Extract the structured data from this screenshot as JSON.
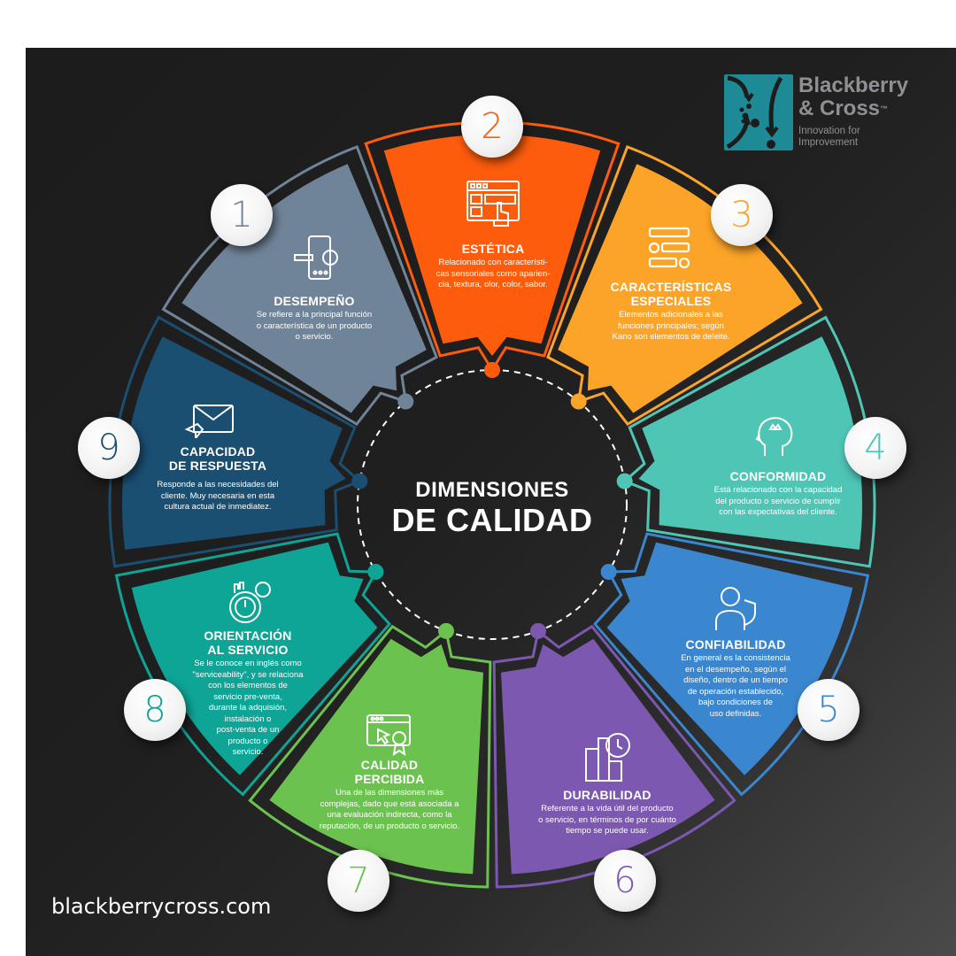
{
  "title": {
    "line1": "DIMENSIONES",
    "line2": "DE CALIDAD"
  },
  "logo": {
    "name_line1": "Blackberry",
    "name_line2": "& Cross",
    "trademark": "™",
    "tagline_line1": "Innovation for",
    "tagline_line2": "Improvement",
    "color": "#1e8a95"
  },
  "footer": {
    "website": "blackberrycross.com"
  },
  "colors": {
    "background": "#1f1f1f",
    "desempeno": "#708499",
    "estetica": "#fd5c0c",
    "caracteristicas": "#fba428",
    "conformidad": "#4fc5b6",
    "confiabilidad": "#3a86cf",
    "durabilidad": "#7c58b0",
    "calidad_percibida": "#6cc24f",
    "orientacion": "#0ea496",
    "capacidad": "#1b4f72"
  },
  "segments": [
    {
      "number": "1",
      "icon": "mobile-settings-icon",
      "title_line1": "DESEMPEÑO",
      "title_line2": "",
      "desc": [
        "Se refiere a la principal función",
        "o característica de un producto",
        "o servicio."
      ],
      "color": "#708499"
    },
    {
      "number": "2",
      "icon": "web-form-click-icon",
      "title_line1": "ESTÉTICA",
      "title_line2": "",
      "desc": [
        "Relacionado con característi-",
        "cas sensoriales como aparien-",
        "cia, textura, olor, color, sabor."
      ],
      "color": "#fd5c0c"
    },
    {
      "number": "3",
      "icon": "list-options-icon",
      "title_line1": "CARACTERÍSTICAS",
      "title_line2": "ESPECIALES",
      "desc": [
        "Elementos  adicionales a las",
        "funciones principales; según",
        "Kano son elementos de deleite."
      ],
      "color": "#fba428"
    },
    {
      "number": "4",
      "icon": "head-crown-icon",
      "title_line1": "CONFORMIDAD",
      "title_line2": "",
      "desc": [
        "Está relacionado con la capacidad",
        "del producto o servicio de cumplir",
        "con las expectativas del cliente."
      ],
      "color": "#4fc5b6"
    },
    {
      "number": "5",
      "icon": "person-shield-icon",
      "title_line1": "CONFIABILIDAD",
      "title_line2": "",
      "desc": [
        "En general es la consistencia",
        "en el desempeño, según el",
        "diseño, dentro de un tiempo",
        "de operación establecido,",
        "bajo condiciones de",
        "uso definidas."
      ],
      "color": "#3a86cf"
    },
    {
      "number": "6",
      "icon": "books-clock-icon",
      "title_line1": "DURABILIDAD",
      "title_line2": "",
      "desc": [
        "Referente a la vida útil del producto",
        "o servicio, en términos de por cuánto",
        "tiempo se puede usar."
      ],
      "color": "#7c58b0"
    },
    {
      "number": "7",
      "icon": "browser-award-icon",
      "title_line1": "CALIDAD",
      "title_line2": "PERCIBIDA",
      "desc": [
        "Una de las dimensiones más",
        "complejas, dado que está asociada a",
        "una evaluación indirecta, como la",
        "reputación, de un producto o servicio."
      ],
      "color": "#6cc24f"
    },
    {
      "number": "8",
      "icon": "gear-gauge-dollar-icon",
      "title_line1": "ORIENTACIÓN",
      "title_line2": "AL SERVICIO",
      "desc": [
        "Se le conoce en inglés como",
        "\"serviceability\", y se relaciona",
        "con los elementos de",
        "servicio pre-venta,",
        "durante la adquisión,",
        "instalación o",
        "post-venta de un",
        "producto o",
        "servicio."
      ],
      "color": "#0ea496"
    },
    {
      "number": "9",
      "icon": "envelope-reply-icon",
      "title_line1": "CAPACIDAD",
      "title_line2": "DE RESPUESTA",
      "desc": [
        "Responde a las necesidades del",
        "cliente. Muy necesaria en esta",
        "cultura actual de inmediatez."
      ],
      "color": "#1b4f72"
    }
  ]
}
